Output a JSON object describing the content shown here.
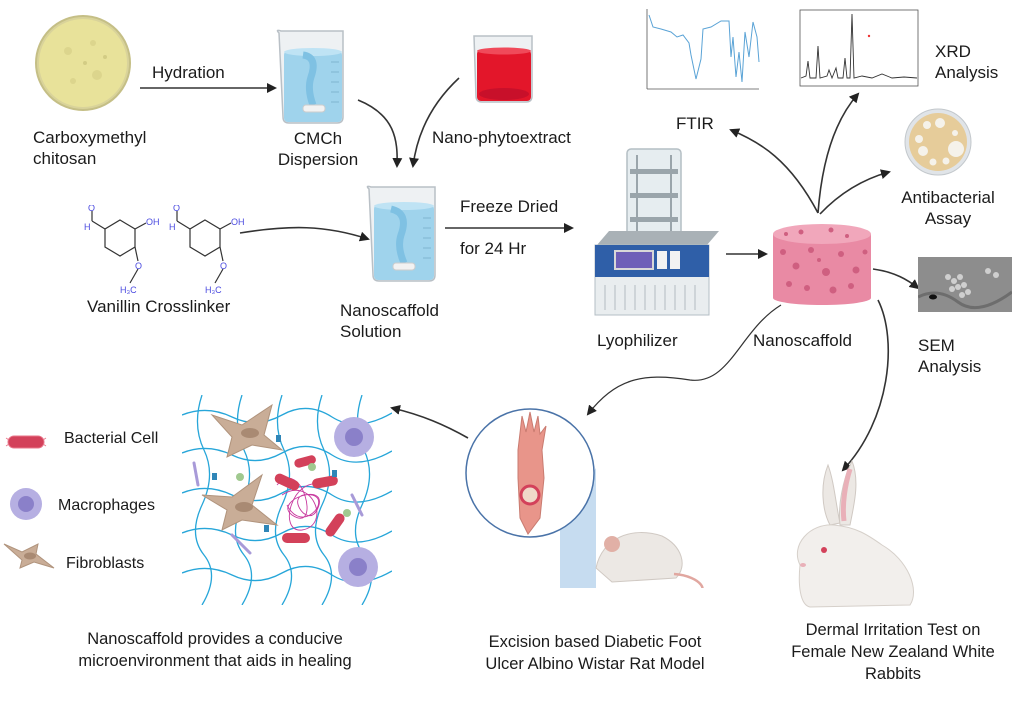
{
  "diagram": {
    "steps": {
      "carboxymethyl_chitosan": "Carboxymethyl\nchitosan",
      "hydration": "Hydration",
      "cmch_dispersion": "CMCh\nDispersion",
      "nano_phytoextract": "Nano-phytoextract",
      "vanillin_crosslinker": "Vanillin Crosslinker",
      "nanoscaffold_solution": "Nanoscaffold\nSolution",
      "freeze_dried": "Freeze Dried",
      "freeze_duration": "for 24 Hr",
      "lyophilizer": "Lyophilizer",
      "nanoscaffold": "Nanoscaffold"
    },
    "characterization": {
      "ftir": "FTIR",
      "xrd": "XRD\nAnalysis",
      "antibacterial": "Antibacterial\nAssay",
      "sem": "SEM\nAnalysis"
    },
    "legend": [
      {
        "icon": "bacterial-cell-icon",
        "label": "Bacterial Cell"
      },
      {
        "icon": "macrophage-icon",
        "label": "Macrophages"
      },
      {
        "icon": "fibroblast-icon",
        "label": "Fibroblasts"
      }
    ],
    "captions": {
      "microenvironment": "Nanoscaffold provides a conducive\nmicroenvironment that aids in healing",
      "rat_model": "Excision based Diabetic Foot\nUlcer Albino Wistar Rat Model",
      "rabbit_test": "Dermal Irritation Test on\nFemale New Zealand White\nRabbits"
    },
    "molecule_atoms": {
      "oxygen": "O",
      "hydroxyl": "OH",
      "hydrogen": "H",
      "methyl": "H₃C"
    },
    "colors": {
      "chitosan_powder": "#e8e29a",
      "water": "#9fd3ec",
      "extract": "#e3162a",
      "scaffold": "#e98aa4",
      "fiber": "#27a6d9",
      "macrophage": "#a49bd8",
      "fibroblast": "#c9ad97",
      "bacteria": "#d3415a",
      "molecule": "#4a4ae0",
      "arrow": "#222222"
    }
  }
}
